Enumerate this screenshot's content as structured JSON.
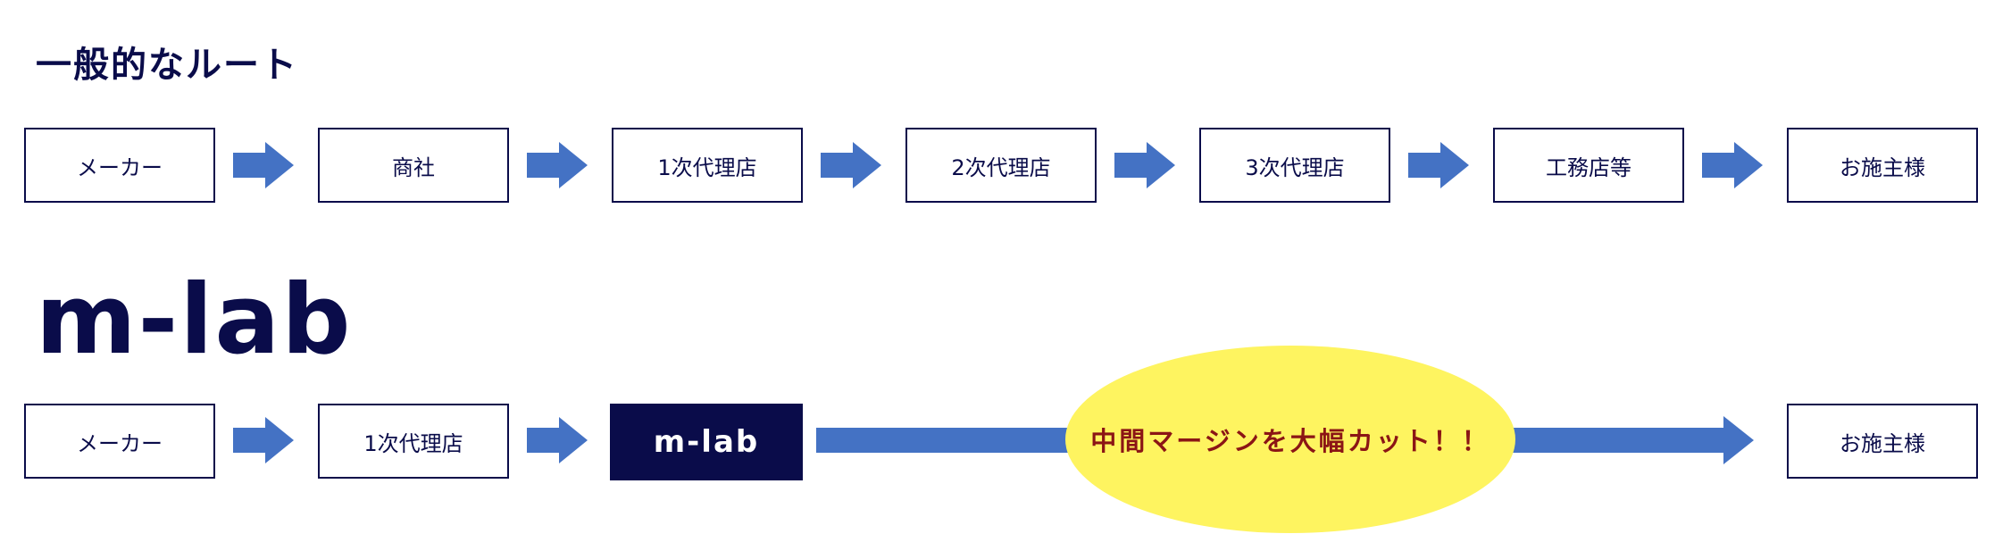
{
  "colors": {
    "navy": "#0a0c4a",
    "arrow_blue": "#4472c4",
    "bubble_yellow": "#fef460",
    "bubble_text": "#8b1515"
  },
  "general_route": {
    "heading": "一般的なルート",
    "steps": [
      "メーカー",
      "商社",
      "1次代理店",
      "2次代理店",
      "3次代理店",
      "工務店等",
      "お施主様"
    ]
  },
  "mlab_route": {
    "logo": "m-lab",
    "steps": [
      "メーカー",
      "1次代理店",
      "m-lab",
      "お施主様"
    ],
    "callout": "中間マージンを大幅カット！！"
  }
}
